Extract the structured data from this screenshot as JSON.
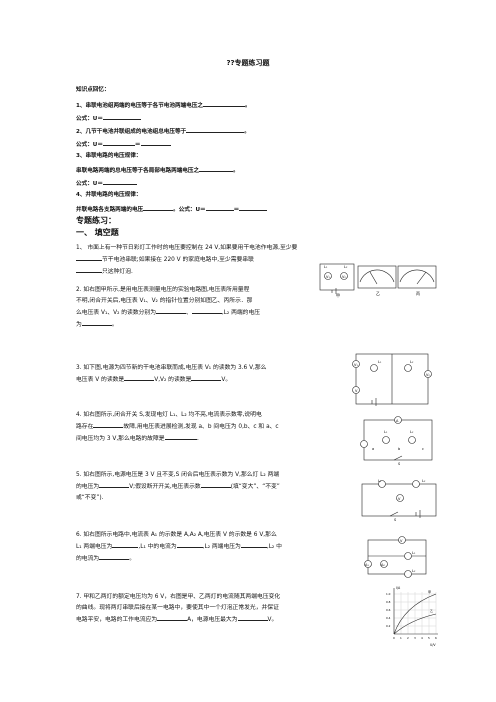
{
  "title": "??专题练习题",
  "review": {
    "heading": "知识点回忆：",
    "r1": "1、串联电池组两端的电压等于各节电池两端电压之",
    "r1_end": "。",
    "r1_formula": "公式：U＝",
    "r2": "2、几节干电池并联组成的电池组总电压等于",
    "r2_end": "。",
    "r2_formula": "公式：U＝",
    "eq": "＝",
    "r3": "3、串联电路的电压规律：",
    "r3_desc": "串联电路两端的总电压等于各局部电路两端电压之",
    "r3_end": "。",
    "r3_formula": "公式：U＝",
    "r4": "4、并联电路的电压规律：",
    "r4_desc": "并联电路各支路两端的电压",
    "r4_mid": "。公式：U＝",
    "r4_eq": "＝"
  },
  "practice": {
    "heading": "专题练习：",
    "section1": "一、 填空题",
    "q1a": "1、 市面上有一种节日彩灯工作时的电压要控制在 24 V,如果要用干电池作电源,至少要",
    "q1b": "节干电池串联;如果接在 220 V 的家庭电路中,至少需要串联",
    "q1c": "只这种灯泡.",
    "q2a": "2. 如右图甲所示,是用电压表测量电压的实验电路图,电压表所用量程",
    "q2b": "不明,闭合开关后,电压表 V₁、V₂ 的指针位置分别如图乙、丙所示．那",
    "q2c": "么电压表 V₁、V₂ 的读数分别为",
    "q2c_sep": "、",
    "q2c_end": ",L₂ 两端的电压",
    "q2d": "为",
    "q2d_end": "。",
    "q3a": "3. 如下图,电源为四节新的干电池串联而成,电压表 V₁ 的读数为 3.6 V,那么",
    "q3b": "电压表 V 的读数是",
    "q3b_mid": "V,V₂ 的读数是",
    "q3b_end": "V。",
    "q4a": "4. 如右图所示,闭合开关 S,发现电灯 L₁、L₂ 均不亮,电流表示数零,说明电",
    "q4b": "路存在",
    "q4b_mid": "故障,用电压表进展检测,发现 a、b 间电压为 0,b、c 和 a、c",
    "q4c": "间电压均为 3 V,那么电路的故障是",
    "q4c_end": "．",
    "q5a": "5. 如右图所示,电源电压是 3 V 且不变,S 闭合后电压表示数为 V,那么灯 L₂ 两端",
    "q5b": "的电压为",
    "q5b_mid": "V;假设断开开关,电压表示数",
    "q5b_end": "(填“变大”、“不变”",
    "q5c": "或“不变”).",
    "q6a": "6. 如右图所示电路中,电流表 A₁ 的示数是 A,A₂ A,电压表 V 的示数是 6 V,那么",
    "q6b": "L₁ 两端电压为",
    "q6b_mid": ",L₁ 中的电流为",
    "q6b_mid2": ",L₂ 两端电压为",
    "q6b_end": ",L₂ 中",
    "q6c": "的电流为",
    "q6c_end": "。",
    "q7a": "7. 甲和乙两灯的额定电压均为 6 V，右图是甲、乙两灯的电流随其两端电压变化",
    "q7b": "的曲线。现将两灯串联后接在某一电路中，要使其中一个灯泡正常发光，并保证",
    "q7c": "电路平安，电路的工作电流应为",
    "q7c_mid": "A，电源电压最大为",
    "q7c_end": "V。"
  },
  "figures": {
    "fig2_labels": [
      "甲",
      "乙",
      "丙"
    ],
    "fig2_meter": [
      "V₁",
      "V₂",
      "L₁",
      "L₂"
    ],
    "fig3_labels": [
      "V₁",
      "V",
      "V₂",
      "L₁",
      "L₂"
    ],
    "fig4_labels": [
      "A",
      "L₁",
      "L₂",
      "S",
      "a",
      "b",
      "c"
    ],
    "fig5_labels": [
      "L₁",
      "L₂",
      "V",
      "S"
    ],
    "fig6_labels": [
      "A₁",
      "A₂",
      "V",
      "L₁",
      "L₂"
    ],
    "fig7": {
      "ylabel": "I/A",
      "xlabel": "U/V",
      "yticks": [
        "1.0",
        "0.8",
        "0.6",
        "0.4",
        "0.2"
      ],
      "xticks": [
        "0",
        "1",
        "2",
        "3",
        "4",
        "5",
        "6"
      ],
      "series": [
        "甲",
        "乙"
      ]
    }
  }
}
